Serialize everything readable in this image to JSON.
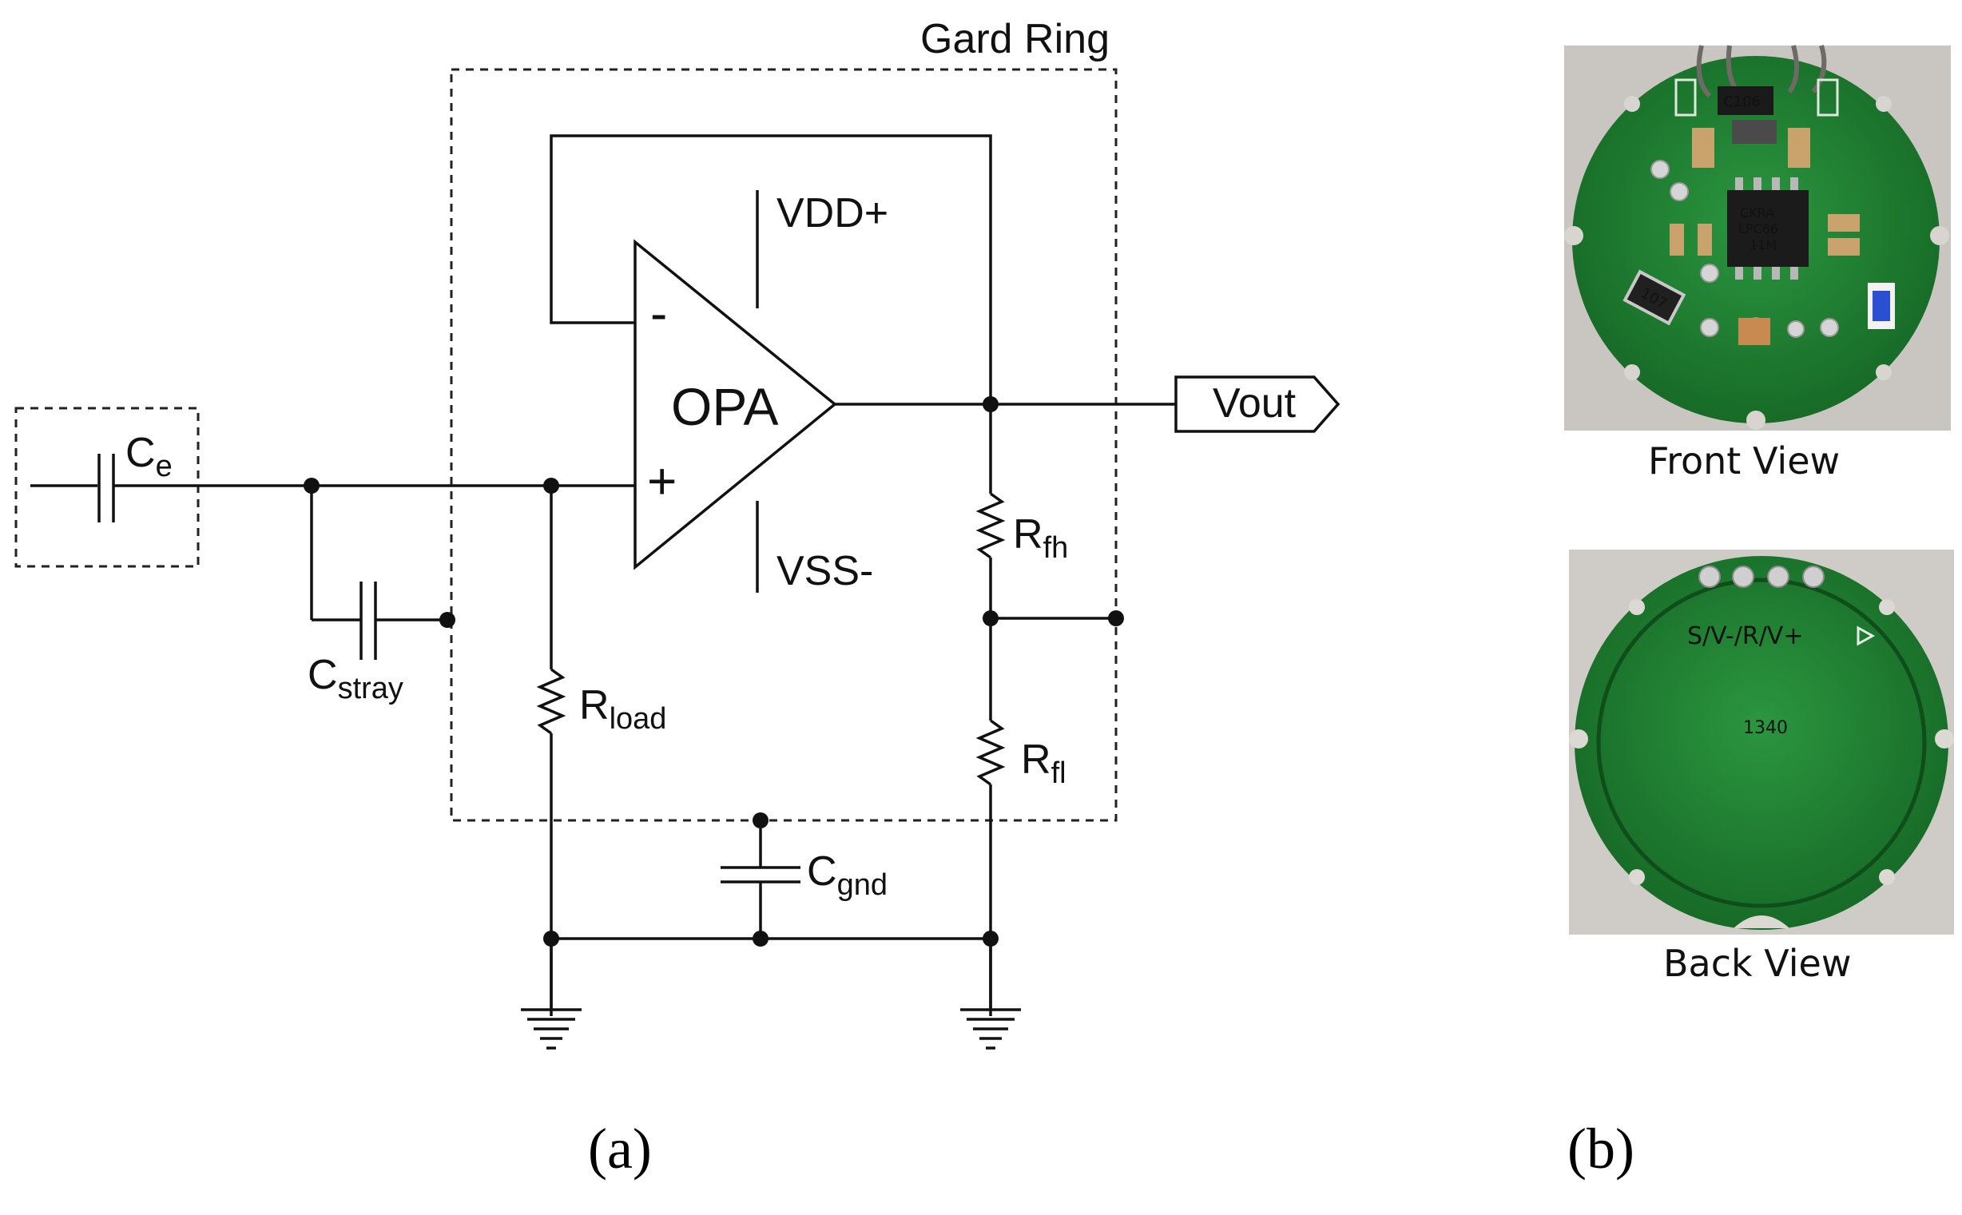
{
  "panel_a": {
    "caption": "(a)",
    "guard_ring_label": "Gard Ring",
    "opamp": {
      "label": "OPA",
      "minus": "-",
      "plus": "+"
    },
    "supply_pos": "VDD+",
    "supply_neg": "VSS-",
    "output_label": "Vout",
    "components": {
      "ce": {
        "base": "C",
        "sub": "e"
      },
      "cstray": {
        "base": "C",
        "sub": "stray"
      },
      "rload": {
        "base": "R",
        "sub": "load"
      },
      "rfh": {
        "base": "R",
        "sub": "fh"
      },
      "rfl": {
        "base": "R",
        "sub": "fl"
      },
      "cgnd": {
        "base": "C",
        "sub": "gnd"
      }
    }
  },
  "panel_b": {
    "caption": "(b)",
    "front_label": "Front View",
    "back_label": "Back View",
    "chip_marking": [
      "CKRA",
      "LPC66",
      "11M"
    ],
    "cap_marking": "C106",
    "res_marking": "107",
    "back_silkscreen": "S/V-/R/V+",
    "back_number": "1340"
  },
  "colors": {
    "pcb_green": "#1f7a2e",
    "guard_fill": "#f5f5f5"
  }
}
